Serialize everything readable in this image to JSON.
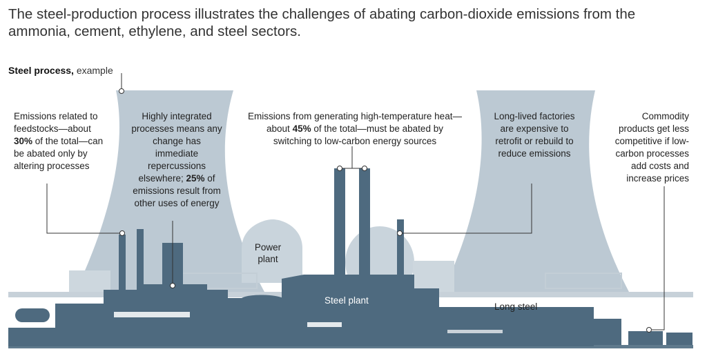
{
  "headline": "The steel-production process illustrates the challenges of abating carbon-dioxide emissions from the ammonia, cement, ethylene, and steel sectors.",
  "subtitle": {
    "bold": "Steel process,",
    "rest": " example"
  },
  "annotations": {
    "feedstocks": {
      "pre": "Emissions related to feedstocks—about ",
      "pct": "30%",
      "post": " of the total—can be abated only by altering processes"
    },
    "integrated": {
      "pre": "Highly integrated processes means any change has immediate repercussions elsewhere; ",
      "pct": "25%",
      "post": " of emissions result from other uses of energy"
    },
    "heat": {
      "pre": "Emissions from generating high-temperature heat—about ",
      "pct": "45%",
      "post": " of the total—must be abated by switching to low-carbon energy sources"
    },
    "factories": {
      "text": "Long-lived factories are expensive to retrofit or rebuild to reduce emissions"
    },
    "commodity": {
      "text": "Commodity products get less competitive if low-carbon processes add costs and increase prices"
    }
  },
  "labels": {
    "power_plant": "Power plant",
    "steel_plant": "Steel plant",
    "long_steel": "Long steel"
  },
  "colors": {
    "tower": "#b9c7d1",
    "tower_light": "#cdd7de",
    "factory": "#4e6a7f",
    "ground": "#5f7a8d",
    "callout": "#333333"
  }
}
